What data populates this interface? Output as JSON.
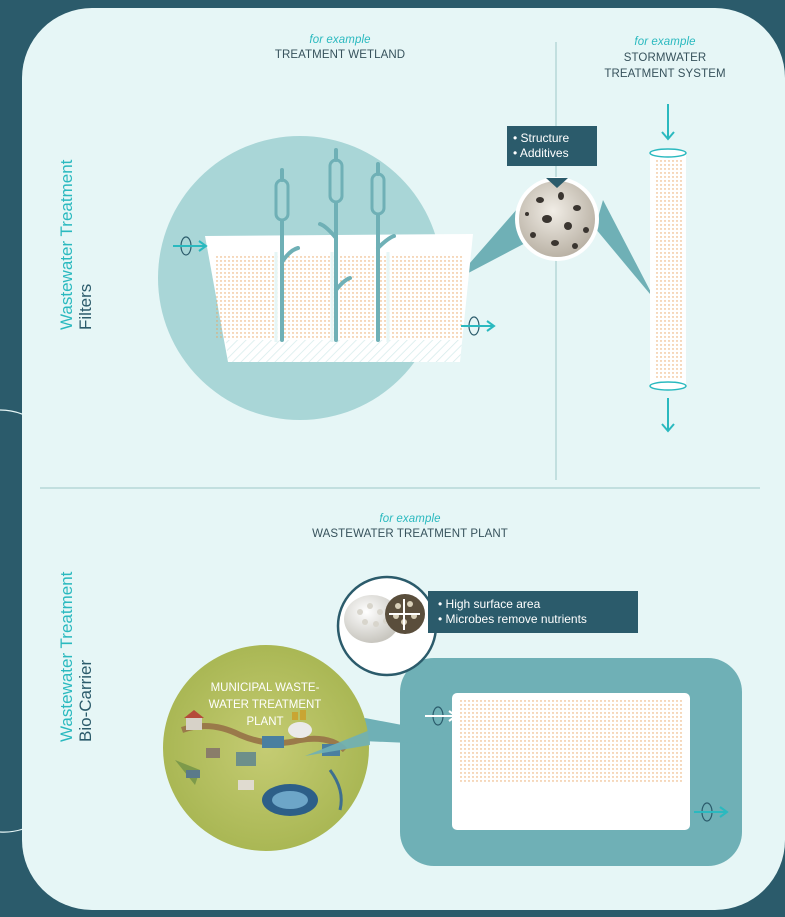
{
  "filters": {
    "title_line1": "Wastewater Treatment",
    "title_line2": "Filters",
    "wetland": {
      "example": "for example",
      "name": "TREATMENT WETLAND"
    },
    "stormwater": {
      "example": "for example",
      "name_line1": "STORMWATER",
      "name_line2": "TREATMENT SYSTEM"
    },
    "callout": [
      "• Structure",
      "• Additives"
    ]
  },
  "biocarrier": {
    "title_line1": "Wastewater Treatment",
    "title_line2": "Bio-Carrier",
    "plant": {
      "example": "for example",
      "name": "WASTEWATER TREATMENT PLANT"
    },
    "callout": [
      "• High surface area",
      "• Microbes remove nutrients"
    ],
    "municipal_line1": "MUNICIPAL WASTE-",
    "municipal_line2": "WATER TREATMENT PLANT"
  },
  "colors": {
    "teal": "#2ab9bf",
    "dark": "#2b5b6b",
    "orange": "#e8a15a",
    "panel": "#e6f6f6",
    "circle": "#a9d6d7"
  }
}
